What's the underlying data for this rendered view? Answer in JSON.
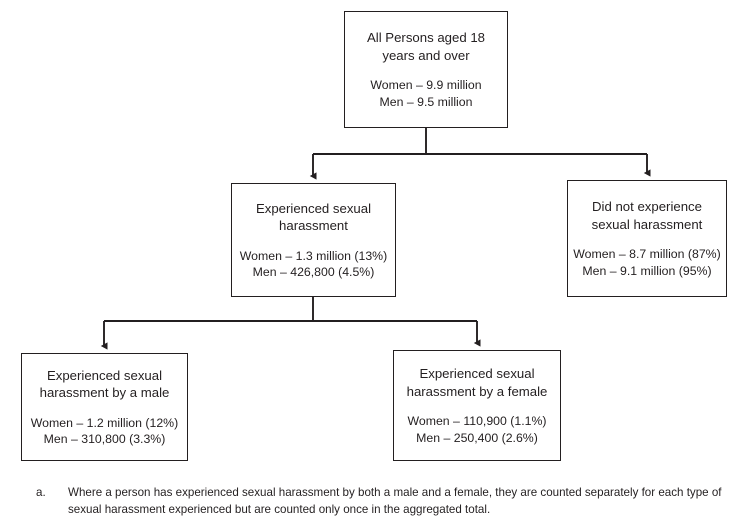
{
  "diagram": {
    "type": "flowchart",
    "nodes": [
      {
        "id": "root",
        "title": "All Persons aged 18\nyears and over",
        "stats": "Women – 9.9 million\nMen – 9.5 million"
      },
      {
        "id": "experienced",
        "title": "Experienced sexual\nharassment",
        "stats": "Women – 1.3 million (13%)\nMen – 426,800 (4.5%)"
      },
      {
        "id": "not-experienced",
        "title": "Did not experience\nsexual harassment",
        "stats": "Women – 8.7 million (87%)\nMen – 9.1 million (95%)"
      },
      {
        "id": "by-male",
        "title": "Experienced sexual\nharassment by a male",
        "stats": "Women – 1.2 million (12%)\nMen – 310,800 (3.3%)"
      },
      {
        "id": "by-female",
        "title": "Experienced sexual\nharassment by a female",
        "stats": "Women – 110,900 (1.1%)\nMen – 250,400 (2.6%)"
      }
    ]
  },
  "footnote": {
    "marker": "a.",
    "text": "Where a person has experienced sexual harassment by both a male and a female, they are counted separately for each type of sexual harassment experienced but are counted only once in the aggregated total."
  },
  "colors": {
    "ink": "#231f20",
    "background": "#ffffff",
    "border": "#231f20"
  }
}
